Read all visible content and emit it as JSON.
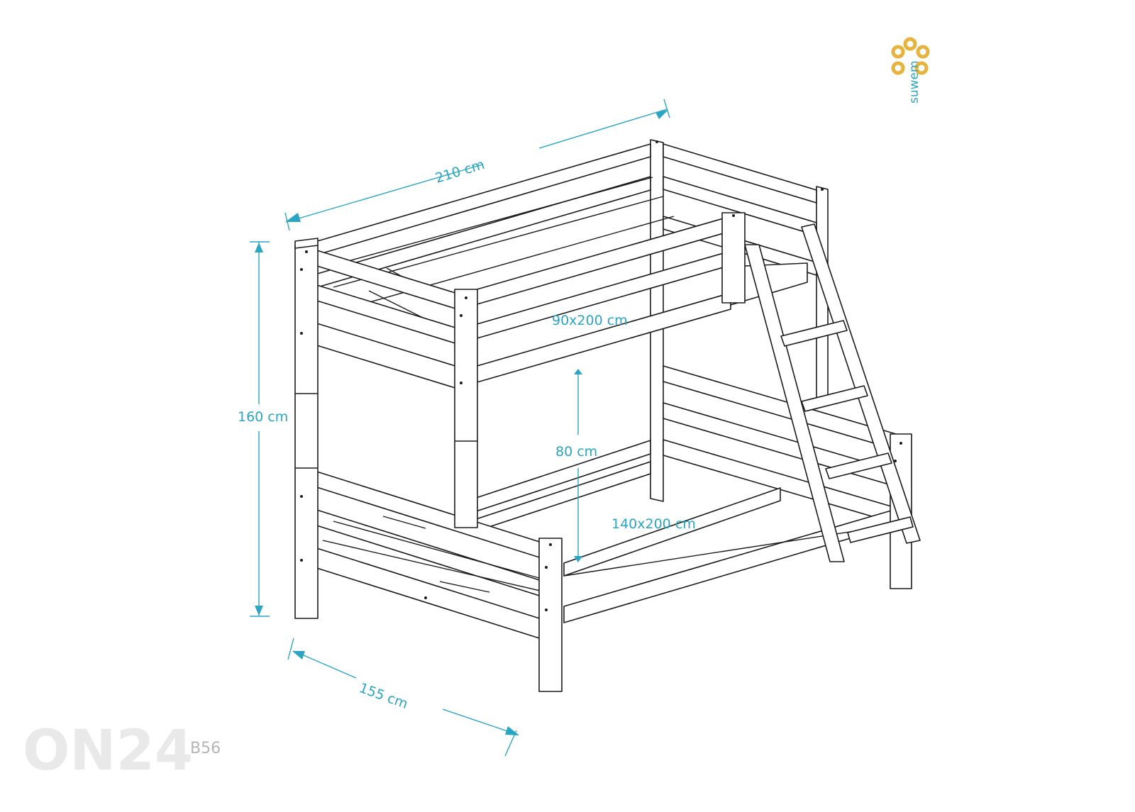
{
  "dimensions": {
    "length": "210 cm",
    "height": "160 cm",
    "width": "155 cm",
    "clearance": "80 cm",
    "top_mattress": "90x200 cm",
    "bottom_mattress": "140x200 cm"
  },
  "brand": {
    "name": "suwem",
    "color": "#2aa6c4",
    "flower_color": "#e7b33c"
  },
  "model_code": "B56",
  "watermark": "ON24",
  "icons": {
    "logo": "flower-logo-icon"
  }
}
